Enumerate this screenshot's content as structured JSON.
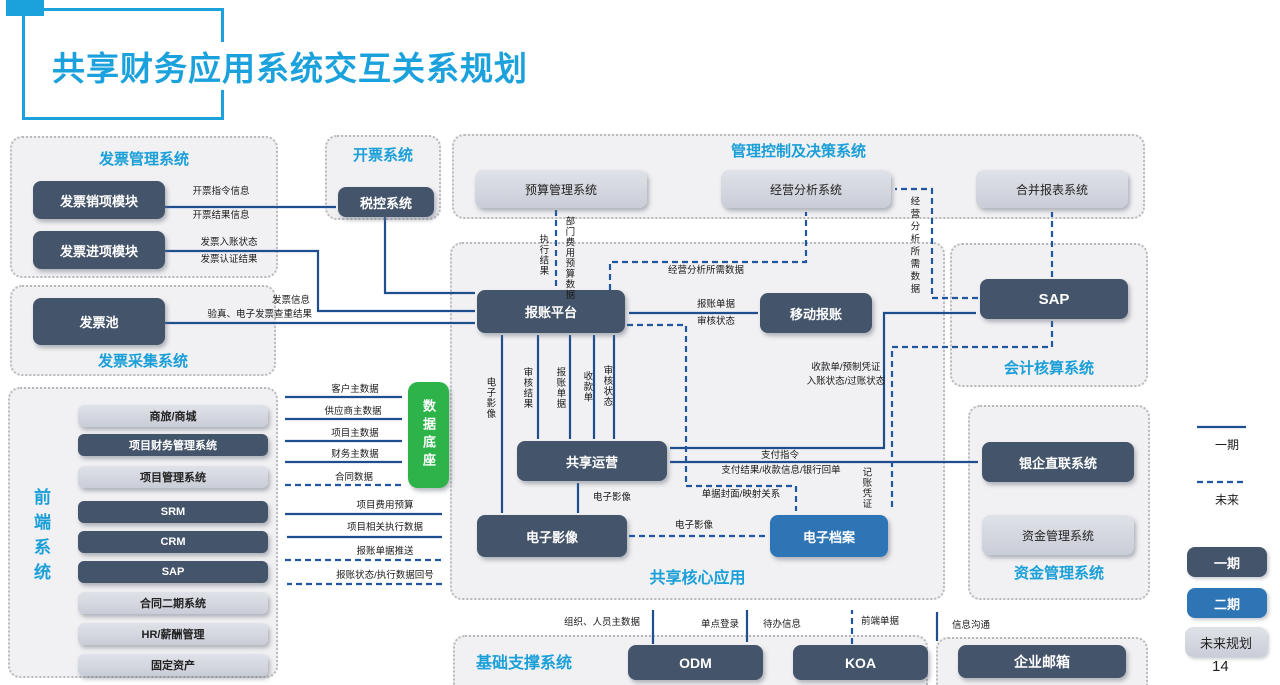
{
  "page": {
    "title": "共享财务应用系统交互关系规划",
    "page_number": "14"
  },
  "colors": {
    "title_blue": "#1BA1DC",
    "dark_navy": "#44546A",
    "mid_blue": "#2E75B6",
    "green": "#2DB34A",
    "arrow_blue": "#1F4E8F",
    "light_box": "#D8DBE2",
    "group_bg": "#F1F1F3"
  },
  "groups": {
    "invoice_mgmt": {
      "title": "发票管理系统"
    },
    "invoice_collect": {
      "title": "发票采集系统"
    },
    "billing": {
      "title": "开票系统"
    },
    "mgmt_control": {
      "title": "管理控制及决策系统"
    },
    "frontend": {
      "title": "前端系统",
      "items": [
        "商旅/商城",
        "项目财务管理系统",
        "项目管理系统",
        "SRM",
        "CRM",
        "SAP",
        "合同二期系统",
        "HR/薪酬管理",
        "固定资产"
      ]
    },
    "shared_core": {
      "title": "共享核心应用"
    },
    "accounting": {
      "title": "会计核算系统"
    },
    "treasury": {
      "title": "资金管理系统"
    },
    "base_support": {
      "title": "基础支撑系统"
    }
  },
  "nodes": {
    "invoice_output": "发票销项模块",
    "invoice_input": "发票进项模块",
    "invoice_pool": "发票池",
    "tax_control": "税控系统",
    "budget_mgmt": "预算管理系统",
    "business_analysis": "经营分析系统",
    "consolidated_report": "合并报表系统",
    "report_platform": "报账平台",
    "mobile_report": "移动报账",
    "sap_accounting": "SAP",
    "shared_operation": "共享运营",
    "e_image": "电子影像",
    "e_archive": "电子档案",
    "bank_direct": "银企直联系统",
    "treasury_sys": "资金管理系统",
    "odm": "ODM",
    "koa": "KOA",
    "email": "企业邮箱",
    "data_base": "数据底座"
  },
  "flows": {
    "billing_cmd": "开票指令信息",
    "billing_result": "开票结果信息",
    "invoice_entry_status": "发票入账状态",
    "invoice_auth_result": "发票认证结果",
    "invoice_info": "发票信息",
    "invoice_verify": "验真、电子发票查重结果",
    "exec_result": "执行结果",
    "dept_budget": "部门费用预算数据",
    "analysis_data": "经营分析所需数据",
    "analysis_data_v": "经营分析所需数据",
    "report_doc": "报账单据",
    "audit_status": "审核状态",
    "audit_result_v": "审核结果",
    "report_doc_v": "报账单据",
    "receipt_v": "收款单",
    "audit_status_v": "审核状态",
    "eimage_v": "电子影像",
    "eimage_up": "电子影像",
    "eimage_right": "电子影像",
    "doc_cover": "单据封面/映射关系",
    "voucher": "记账凭证",
    "receipt_voucher": "收款单/预制凭证",
    "entry_posting": "入账状态/过账状态",
    "pay_cmd": "支付指令",
    "pay_result": "支付结果/收款信息/银行回单",
    "customer_master": "客户主数据",
    "supplier_master": "供应商主数据",
    "project_master": "项目主数据",
    "finance_master": "财务主数据",
    "contract_data": "合同数据",
    "project_budget": "项目费用预算",
    "project_exec": "项目相关执行数据",
    "report_push": "报账单据推送",
    "report_writeback": "报账状态/执行数据回号",
    "org_master": "组织、人员主数据",
    "sso": "单点登录",
    "todo": "待办信息",
    "frontend_doc": "前端单据",
    "info_comm": "信息沟通"
  },
  "legend": {
    "phase1_arrow": "一期",
    "future_arrow": "未来",
    "phase1_box": "一期",
    "phase2_box": "二期",
    "future_box": "未来规划"
  }
}
